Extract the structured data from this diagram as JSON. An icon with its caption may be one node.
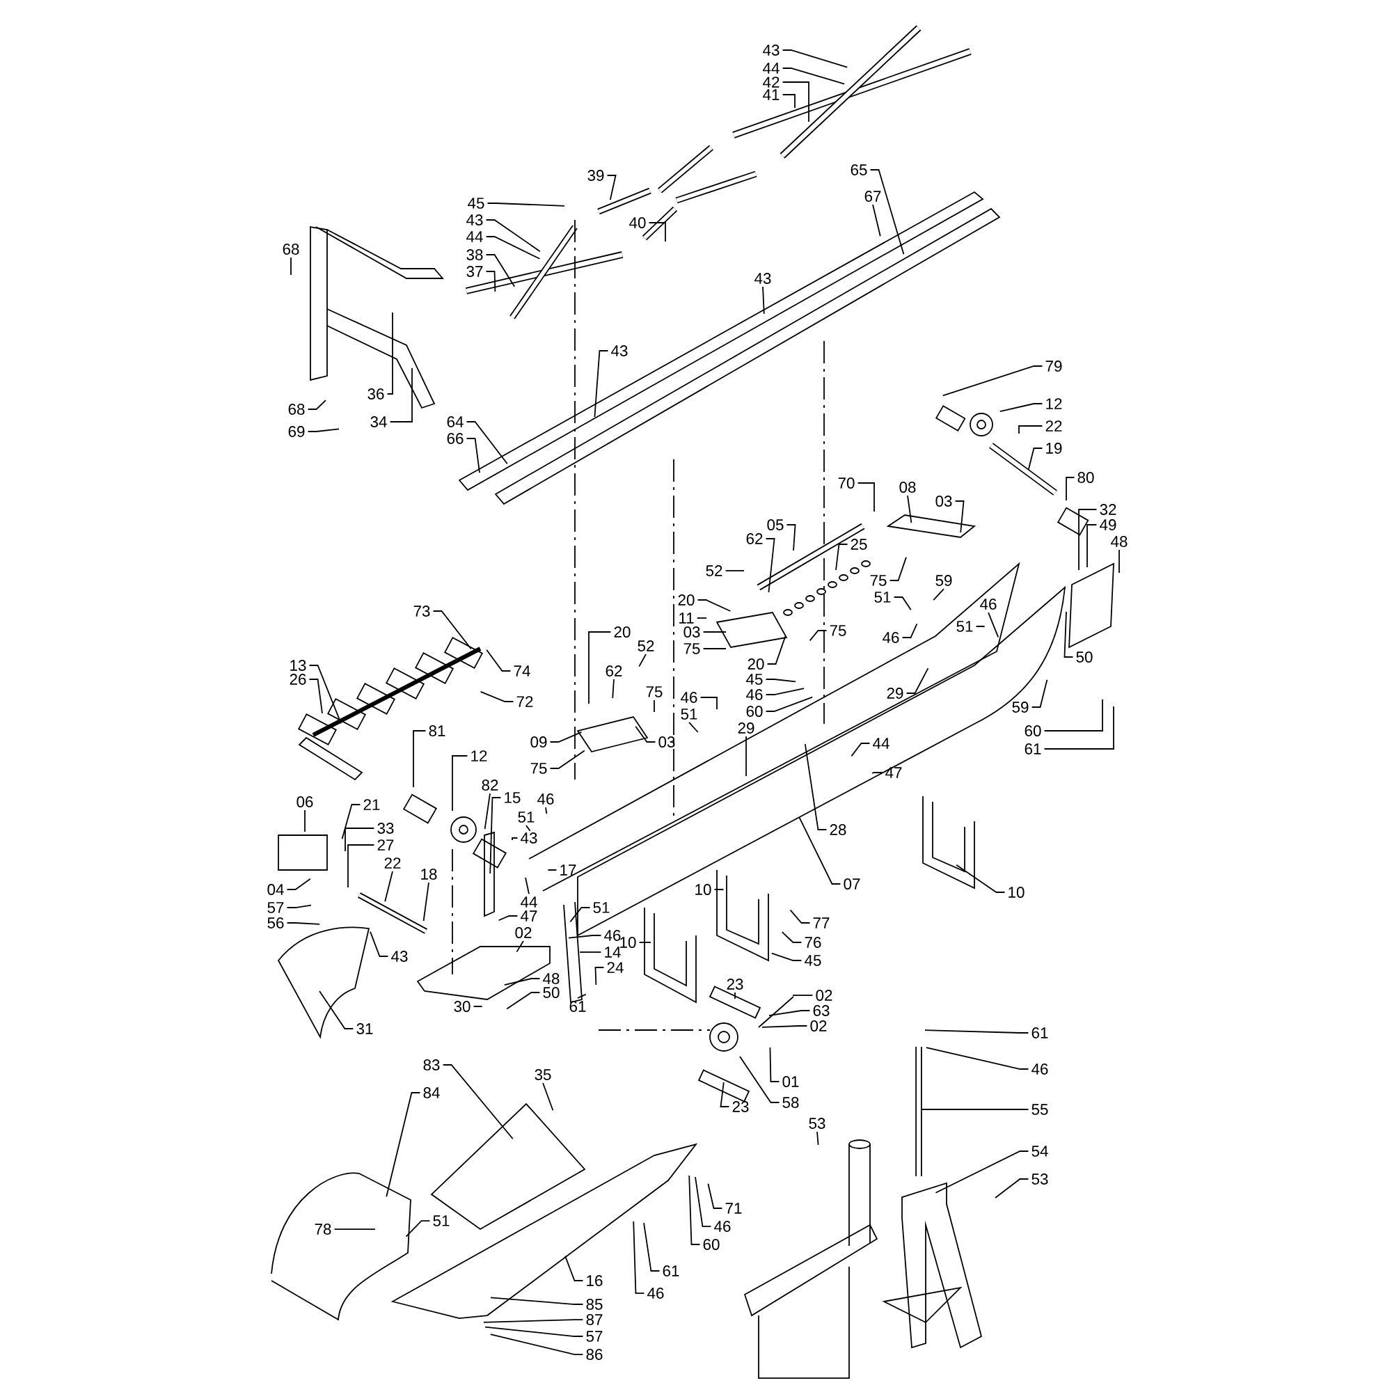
{
  "diagram": {
    "nodes": [
      {
        "text": [
          "43"
        ]
      },
      {
        "text": [
          "44"
        ]
      },
      {
        "text": [
          "42"
        ]
      },
      {
        "text": [
          "41"
        ]
      },
      {
        "text": [
          "39"
        ]
      },
      {
        "text": [
          "45"
        ]
      },
      {
        "text": [
          "43"
        ]
      },
      {
        "text": [
          "44"
        ]
      },
      {
        "text": [
          "38"
        ]
      },
      {
        "text": [
          "37"
        ]
      },
      {
        "text": [
          "40"
        ]
      },
      {
        "text": [
          "65"
        ]
      },
      {
        "text": [
          "67"
        ]
      },
      {
        "text": [
          "68"
        ]
      },
      {
        "text": [
          "43"
        ]
      },
      {
        "text": [
          "43"
        ]
      },
      {
        "text": [
          "79"
        ]
      },
      {
        "text": [
          "12"
        ]
      },
      {
        "text": [
          "22"
        ]
      },
      {
        "text": [
          "36"
        ]
      },
      {
        "text": [
          "34"
        ]
      },
      {
        "text": [
          "68"
        ]
      },
      {
        "text": [
          "69"
        ]
      },
      {
        "text": [
          "64"
        ]
      },
      {
        "text": [
          "66"
        ]
      },
      {
        "text": [
          "19"
        ]
      },
      {
        "text": [
          "80"
        ]
      },
      {
        "text": [
          "70"
        ]
      },
      {
        "text": [
          "08"
        ]
      },
      {
        "text": [
          "03"
        ]
      },
      {
        "text": [
          "32"
        ]
      },
      {
        "text": [
          "49"
        ]
      },
      {
        "text": [
          "48"
        ]
      },
      {
        "text": [
          "05"
        ]
      },
      {
        "text": [
          "62"
        ]
      },
      {
        "text": [
          "52"
        ]
      },
      {
        "text": [
          "25"
        ]
      },
      {
        "text": [
          "75"
        ]
      },
      {
        "text": [
          "59"
        ]
      },
      {
        "text": [
          "20"
        ]
      },
      {
        "text": [
          "11"
        ]
      },
      {
        "text": [
          "51"
        ]
      },
      {
        "text": [
          "46"
        ]
      },
      {
        "text": [
          "73"
        ]
      },
      {
        "text": [
          "03"
        ]
      },
      {
        "text": [
          "20"
        ]
      },
      {
        "text": [
          "46"
        ]
      },
      {
        "text": [
          "75"
        ]
      },
      {
        "text": [
          "51"
        ]
      },
      {
        "text": [
          "75"
        ]
      },
      {
        "text": [
          "13"
        ]
      },
      {
        "text": [
          "52"
        ]
      },
      {
        "text": [
          "50"
        ]
      },
      {
        "text": [
          "20"
        ]
      },
      {
        "text": [
          "74"
        ]
      },
      {
        "text": [
          "62"
        ]
      },
      {
        "text": [
          "45"
        ]
      },
      {
        "text": [
          "26"
        ]
      },
      {
        "text": [
          "75"
        ]
      },
      {
        "text": [
          "29"
        ]
      },
      {
        "text": [
          "46"
        ]
      },
      {
        "text": [
          "46"
        ]
      },
      {
        "text": [
          "72"
        ]
      },
      {
        "text": [
          "59"
        ]
      },
      {
        "text": [
          "60"
        ]
      },
      {
        "text": [
          "51"
        ]
      },
      {
        "text": [
          "29"
        ]
      },
      {
        "text": [
          "60"
        ]
      },
      {
        "text": [
          "81"
        ]
      },
      {
        "text": [
          "09"
        ]
      },
      {
        "text": [
          "03"
        ]
      },
      {
        "text": [
          "44"
        ]
      },
      {
        "text": [
          "61"
        ]
      },
      {
        "text": [
          "12"
        ]
      },
      {
        "text": [
          "75"
        ]
      },
      {
        "text": [
          "47"
        ]
      },
      {
        "text": [
          "82"
        ]
      },
      {
        "text": [
          "15"
        ]
      },
      {
        "text": [
          "06"
        ]
      },
      {
        "text": [
          "21"
        ]
      },
      {
        "text": [
          "46"
        ]
      },
      {
        "text": [
          "51"
        ]
      },
      {
        "text": [
          "33"
        ]
      },
      {
        "text": [
          "28"
        ]
      },
      {
        "text": [
          "43"
        ]
      },
      {
        "text": [
          "27"
        ]
      },
      {
        "text": [
          "22"
        ]
      },
      {
        "text": [
          "17"
        ]
      },
      {
        "text": [
          "18"
        ]
      },
      {
        "text": [
          "07"
        ]
      },
      {
        "text": [
          "04"
        ]
      },
      {
        "text": [
          "10"
        ]
      },
      {
        "text": [
          "10"
        ]
      },
      {
        "text": [
          "44"
        ]
      },
      {
        "text": [
          "57"
        ]
      },
      {
        "text": [
          "47"
        ]
      },
      {
        "text": [
          "77"
        ]
      },
      {
        "text": [
          "56"
        ]
      },
      {
        "text": [
          "02"
        ]
      },
      {
        "text": [
          "51"
        ]
      },
      {
        "text": [
          "46"
        ]
      },
      {
        "text": [
          "10"
        ]
      },
      {
        "text": [
          "76"
        ]
      },
      {
        "text": [
          "14"
        ]
      },
      {
        "text": [
          "43"
        ]
      },
      {
        "text": [
          "45"
        ]
      },
      {
        "text": [
          "24"
        ]
      },
      {
        "text": [
          "48"
        ]
      },
      {
        "text": [
          "23"
        ]
      },
      {
        "text": [
          "50"
        ]
      },
      {
        "text": [
          "02"
        ]
      },
      {
        "text": [
          "30"
        ]
      },
      {
        "text": [
          "61"
        ]
      },
      {
        "text": [
          "63"
        ]
      },
      {
        "text": [
          "02"
        ]
      },
      {
        "text": [
          "31"
        ]
      },
      {
        "text": [
          "61"
        ]
      },
      {
        "text": [
          "83"
        ]
      },
      {
        "text": [
          "46"
        ]
      },
      {
        "text": [
          "35"
        ]
      },
      {
        "text": [
          "01"
        ]
      },
      {
        "text": [
          "84"
        ]
      },
      {
        "text": [
          "58"
        ]
      },
      {
        "text": [
          "23"
        ]
      },
      {
        "text": [
          "55"
        ]
      },
      {
        "text": [
          "53"
        ]
      },
      {
        "text": [
          "54"
        ]
      },
      {
        "text": [
          "53"
        ]
      },
      {
        "text": [
          "71"
        ]
      },
      {
        "text": [
          "51"
        ]
      },
      {
        "text": [
          "46"
        ]
      },
      {
        "text": [
          "78"
        ]
      },
      {
        "text": [
          "60"
        ]
      },
      {
        "text": [
          "61"
        ]
      },
      {
        "text": [
          "16"
        ]
      },
      {
        "text": [
          "46"
        ]
      },
      {
        "text": [
          "85"
        ]
      },
      {
        "text": [
          "87"
        ]
      },
      {
        "text": [
          "57"
        ]
      },
      {
        "text": [
          "86"
        ]
      }
    ],
    "edges": [
      {
        "from": 0,
        "to": null,
        "arrow": "none"
      },
      {
        "from": 1,
        "to": null,
        "arrow": "none"
      },
      {
        "from": 2,
        "to": null,
        "arrow": "none"
      },
      {
        "from": 3,
        "to": null,
        "arrow": "none"
      },
      {
        "from": 4,
        "to": null,
        "arrow": "none"
      },
      {
        "from": 5,
        "to": null,
        "arrow": "none"
      },
      {
        "from": 6,
        "to": null,
        "arrow": "none"
      },
      {
        "from": 7,
        "to": null,
        "arrow": "none"
      },
      {
        "from": 8,
        "to": null,
        "arrow": "none"
      },
      {
        "from": 9,
        "to": null,
        "arrow": "none"
      },
      {
        "from": 10,
        "to": null,
        "arrow": "none"
      },
      {
        "from": 11,
        "to": null,
        "arrow": "none"
      },
      {
        "from": 12,
        "to": null,
        "arrow": "none"
      },
      {
        "from": 13,
        "to": null,
        "arrow": "none"
      },
      {
        "from": 14,
        "to": null,
        "arrow": "none"
      },
      {
        "from": 15,
        "to": null,
        "arrow": "none"
      },
      {
        "from": 16,
        "to": null,
        "arrow": "none"
      },
      {
        "from": 17,
        "to": null,
        "arrow": "none"
      },
      {
        "from": 18,
        "to": null,
        "arrow": "none"
      },
      {
        "from": 19,
        "to": null,
        "arrow": "none"
      },
      {
        "from": 20,
        "to": null,
        "arrow": "none"
      },
      {
        "from": 21,
        "to": null,
        "arrow": "none"
      },
      {
        "from": 22,
        "to": null,
        "arrow": "none"
      },
      {
        "from": 23,
        "to": null,
        "arrow": "none"
      },
      {
        "from": 24,
        "to": null,
        "arrow": "none"
      },
      {
        "from": 25,
        "to": null,
        "arrow": "none"
      },
      {
        "from": 26,
        "to": null,
        "arrow": "none"
      },
      {
        "from": 27,
        "to": null,
        "arrow": "none"
      },
      {
        "from": 28,
        "to": null,
        "arrow": "none"
      },
      {
        "from": 29,
        "to": null,
        "arrow": "none"
      },
      {
        "from": 30,
        "to": null,
        "arrow": "none"
      },
      {
        "from": 31,
        "to": null,
        "arrow": "none"
      },
      {
        "from": 32,
        "to": null,
        "arrow": "none"
      },
      {
        "from": 33,
        "to": null,
        "arrow": "none"
      },
      {
        "from": 34,
        "to": null,
        "arrow": "none"
      },
      {
        "from": 35,
        "to": null,
        "arrow": "none"
      },
      {
        "from": 36,
        "to": null,
        "arrow": "none"
      },
      {
        "from": 37,
        "to": null,
        "arrow": "none"
      },
      {
        "from": 38,
        "to": null,
        "arrow": "none"
      },
      {
        "from": 39,
        "to": null,
        "arrow": "none"
      },
      {
        "from": 40,
        "to": null,
        "arrow": "none"
      },
      {
        "from": 41,
        "to": null,
        "arrow": "none"
      },
      {
        "from": 42,
        "to": null,
        "arrow": "none"
      },
      {
        "from": 43,
        "to": null,
        "arrow": "none"
      },
      {
        "from": 44,
        "to": null,
        "arrow": "none"
      },
      {
        "from": 45,
        "to": null,
        "arrow": "none"
      },
      {
        "from": 46,
        "to": null,
        "arrow": "none"
      },
      {
        "from": 47,
        "to": null,
        "arrow": "none"
      },
      {
        "from": 48,
        "to": null,
        "arrow": "none"
      },
      {
        "from": 49,
        "to": null,
        "arrow": "none"
      },
      {
        "from": 50,
        "to": null,
        "arrow": "none"
      },
      {
        "from": 51,
        "to": null,
        "arrow": "none"
      },
      {
        "from": 52,
        "to": null,
        "arrow": "none"
      },
      {
        "from": 53,
        "to": null,
        "arrow": "none"
      },
      {
        "from": 54,
        "to": null,
        "arrow": "none"
      },
      {
        "from": 55,
        "to": null,
        "arrow": "none"
      },
      {
        "from": 56,
        "to": null,
        "arrow": "none"
      },
      {
        "from": 57,
        "to": null,
        "arrow": "none"
      },
      {
        "from": 58,
        "to": null,
        "arrow": "none"
      },
      {
        "from": 59,
        "to": null,
        "arrow": "none"
      },
      {
        "from": 60,
        "to": null,
        "arrow": "none"
      },
      {
        "from": 61,
        "to": null,
        "arrow": "none"
      },
      {
        "from": 62,
        "to": null,
        "arrow": "none"
      },
      {
        "from": 63,
        "to": null,
        "arrow": "none"
      },
      {
        "from": 64,
        "to": null,
        "arrow": "none"
      },
      {
        "from": 65,
        "to": null,
        "arrow": "none"
      },
      {
        "from": 66,
        "to": null,
        "arrow": "none"
      },
      {
        "from": 67,
        "to": null,
        "arrow": "none"
      },
      {
        "from": 68,
        "to": null,
        "arrow": "none"
      },
      {
        "from": 69,
        "to": null,
        "arrow": "none"
      },
      {
        "from": 70,
        "to": null,
        "arrow": "none"
      },
      {
        "from": 71,
        "to": null,
        "arrow": "none"
      },
      {
        "from": 72,
        "to": null,
        "arrow": "none"
      },
      {
        "from": 73,
        "to": null,
        "arrow": "none"
      },
      {
        "from": 74,
        "to": null,
        "arrow": "none"
      },
      {
        "from": 75,
        "to": null,
        "arrow": "none"
      },
      {
        "from": 76,
        "to": null,
        "arrow": "none"
      },
      {
        "from": 77,
        "to": null,
        "arrow": "none"
      },
      {
        "from": 78,
        "to": null,
        "arrow": "none"
      },
      {
        "from": 79,
        "to": null,
        "arrow": "none"
      },
      {
        "from": 80,
        "to": null,
        "arrow": "none"
      },
      {
        "from": 81,
        "to": null,
        "arrow": "none"
      },
      {
        "from": 82,
        "to": null,
        "arrow": "none"
      },
      {
        "from": 83,
        "to": null,
        "arrow": "none"
      },
      {
        "from": 84,
        "to": null,
        "arrow": "none"
      },
      {
        "from": 85,
        "to": null,
        "arrow": "none"
      },
      {
        "from": 86,
        "to": null,
        "arrow": "none"
      },
      {
        "from": 87,
        "to": null,
        "arrow": "none"
      },
      {
        "from": 88,
        "to": null,
        "arrow": "none"
      },
      {
        "from": 89,
        "to": null,
        "arrow": "none"
      },
      {
        "from": 90,
        "to": null,
        "arrow": "none"
      },
      {
        "from": 91,
        "to": null,
        "arrow": "none"
      },
      {
        "from": 92,
        "to": null,
        "arrow": "none"
      },
      {
        "from": 93,
        "to": null,
        "arrow": "none"
      },
      {
        "from": 94,
        "to": null,
        "arrow": "none"
      },
      {
        "from": 95,
        "to": null,
        "arrow": "none"
      },
      {
        "from": 96,
        "to": null,
        "arrow": "none"
      },
      {
        "from": 97,
        "to": null,
        "arrow": "none"
      },
      {
        "from": 98,
        "to": null,
        "arrow": "none"
      },
      {
        "from": 99,
        "to": null,
        "arrow": "none"
      },
      {
        "from": 100,
        "to": null,
        "arrow": "none"
      },
      {
        "from": 101,
        "to": null,
        "arrow": "none"
      },
      {
        "from": 102,
        "to": null,
        "arrow": "none"
      },
      {
        "from": 103,
        "to": null,
        "arrow": "none"
      },
      {
        "from": 104,
        "to": null,
        "arrow": "none"
      },
      {
        "from": 105,
        "to": null,
        "arrow": "none"
      },
      {
        "from": 106,
        "to": null,
        "arrow": "none"
      },
      {
        "from": 107,
        "to": null,
        "arrow": "none"
      },
      {
        "from": 108,
        "to": null,
        "arrow": "none"
      },
      {
        "from": 109,
        "to": null,
        "arrow": "none"
      },
      {
        "from": 110,
        "to": null,
        "arrow": "none"
      },
      {
        "from": 111,
        "to": null,
        "arrow": "none"
      },
      {
        "from": 112,
        "to": null,
        "arrow": "none"
      },
      {
        "from": 113,
        "to": null,
        "arrow": "none"
      },
      {
        "from": 114,
        "to": null,
        "arrow": "none"
      },
      {
        "from": 115,
        "to": null,
        "arrow": "none"
      },
      {
        "from": 116,
        "to": null,
        "arrow": "none"
      },
      {
        "from": 117,
        "to": null,
        "arrow": "none"
      },
      {
        "from": 118,
        "to": null,
        "arrow": "none"
      },
      {
        "from": 119,
        "to": null,
        "arrow": "none"
      },
      {
        "from": 120,
        "to": null,
        "arrow": "none"
      },
      {
        "from": 121,
        "to": null,
        "arrow": "none"
      },
      {
        "from": 122,
        "to": null,
        "arrow": "none"
      },
      {
        "from": 123,
        "to": null,
        "arrow": "none"
      },
      {
        "from": 124,
        "to": null,
        "arrow": "none"
      },
      {
        "from": 125,
        "to": null,
        "arrow": "none"
      },
      {
        "from": 126,
        "to": null,
        "arrow": "none"
      },
      {
        "from": 127,
        "to": null,
        "arrow": "none"
      },
      {
        "from": 128,
        "to": null,
        "arrow": "none"
      },
      {
        "from": 129,
        "to": null,
        "arrow": "none"
      },
      {
        "from": 130,
        "to": null,
        "arrow": "none"
      },
      {
        "from": 131,
        "to": null,
        "arrow": "none"
      },
      {
        "from": 132,
        "to": null,
        "arrow": "none"
      },
      {
        "from": 133,
        "to": null,
        "arrow": "none"
      },
      {
        "from": 134,
        "to": null,
        "arrow": "none"
      },
      {
        "from": 135,
        "to": null,
        "arrow": "none"
      },
      {
        "from": 136,
        "to": null,
        "arrow": "none"
      },
      {
        "from": 137,
        "to": null,
        "arrow": "none"
      },
      {
        "from": 138,
        "to": null,
        "arrow": "none"
      },
      {
        "from": 139,
        "to": null,
        "arrow": "none"
      }
    ]
  }
}
